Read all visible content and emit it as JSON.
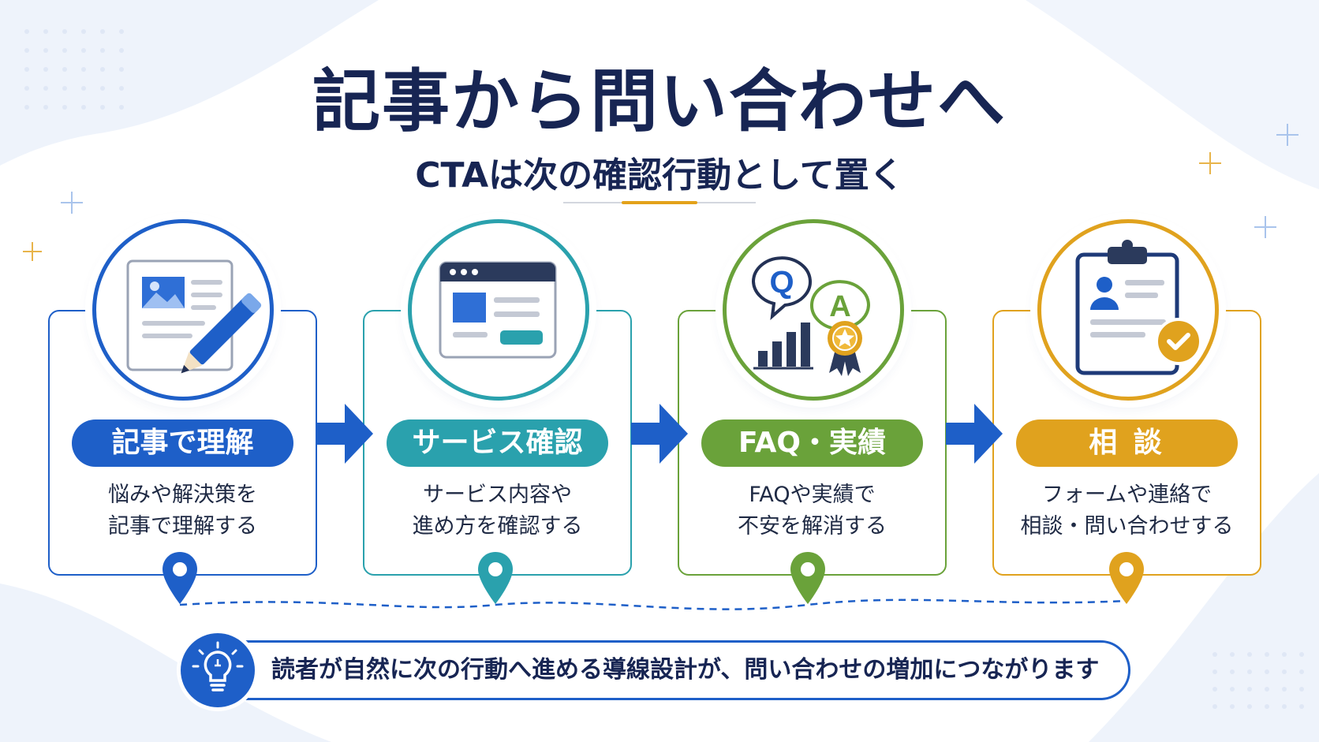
{
  "title": "記事から問い合わせへ",
  "subtitle": "CTAは次の確認行動として置く",
  "steps": [
    {
      "label": "記事で理解",
      "desc_line1": "悩みや解決策を",
      "desc_line2": "記事で理解する",
      "color": "#1e5fc8",
      "icon": "article-edit-icon"
    },
    {
      "label": "サービス確認",
      "desc_line1": "サービス内容や",
      "desc_line2": "進め方を確認する",
      "color": "#2aa1ad",
      "icon": "browser-window-icon"
    },
    {
      "label": "FAQ・実績",
      "desc_line1": "FAQや実績で",
      "desc_line2": "不安を解消する",
      "color": "#6aa23a",
      "icon": "qa-chart-award-icon"
    },
    {
      "label": "相 談",
      "desc_line1": "フォームや連絡で",
      "desc_line2": "相談・問い合わせする",
      "color": "#e0a21e",
      "icon": "clipboard-check-icon"
    }
  ],
  "qa_icon": {
    "q": "Q",
    "a": "A"
  },
  "footer": {
    "text": "読者が自然に次の行動へ進める導線設計が、問い合わせの増加につながります",
    "icon": "lightbulb-icon"
  },
  "colors": {
    "navy": "#172553",
    "blue": "#1e5fc8",
    "teal": "#2aa1ad",
    "green": "#6aa23a",
    "gold": "#e0a21e"
  }
}
